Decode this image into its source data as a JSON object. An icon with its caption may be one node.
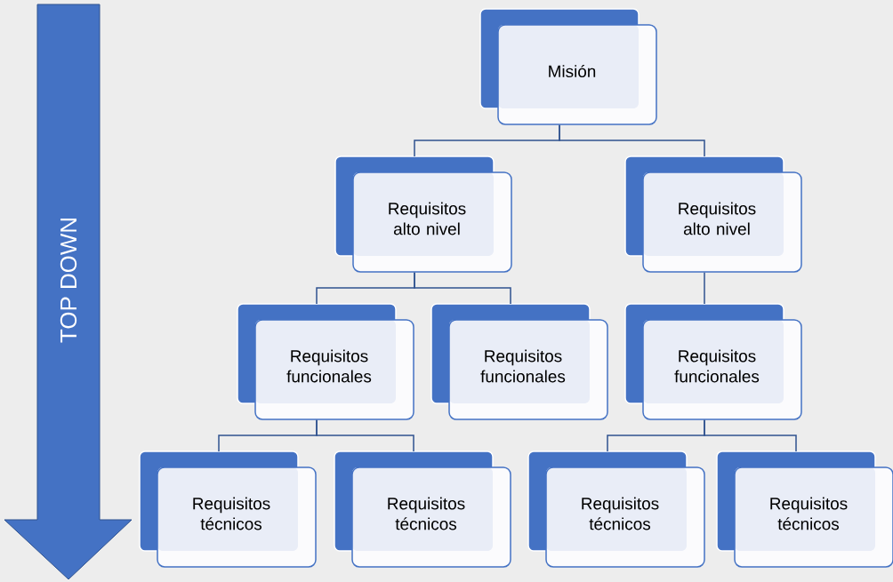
{
  "diagram": {
    "nodes": [
      {
        "text": [
          "Misión"
        ]
      },
      {
        "text": [
          "Requisitos alto nivel"
        ]
      },
      {
        "text": [
          "Requisitos alto nivel"
        ]
      },
      {
        "text": [
          "Requisitos funcionales"
        ]
      },
      {
        "text": [
          "Requisitos funcionales"
        ]
      },
      {
        "text": [
          "Requisitos funcionales"
        ]
      },
      {
        "text": [
          "Requisitos técnicos"
        ]
      },
      {
        "text": [
          "Requisitos técnicos"
        ]
      },
      {
        "text": [
          "Requisitos técnicos"
        ]
      },
      {
        "text": [
          "Requisitos técnicos"
        ]
      }
    ],
    "edges": [
      {
        "from": 0,
        "to": 1,
        "arrow": "none"
      },
      {
        "from": 0,
        "to": 2,
        "arrow": "none"
      },
      {
        "from": 1,
        "to": 3,
        "arrow": "none"
      },
      {
        "from": 1,
        "to": 4,
        "arrow": "none"
      },
      {
        "from": 2,
        "to": 5,
        "arrow": "none"
      },
      {
        "from": 3,
        "to": 6,
        "arrow": "none"
      },
      {
        "from": 3,
        "to": 7,
        "arrow": "none"
      },
      {
        "from": 5,
        "to": 8,
        "arrow": "none"
      },
      {
        "from": 5,
        "to": 9,
        "arrow": "none"
      }
    ],
    "labels": [
      "TOP DOWN"
    ]
  }
}
